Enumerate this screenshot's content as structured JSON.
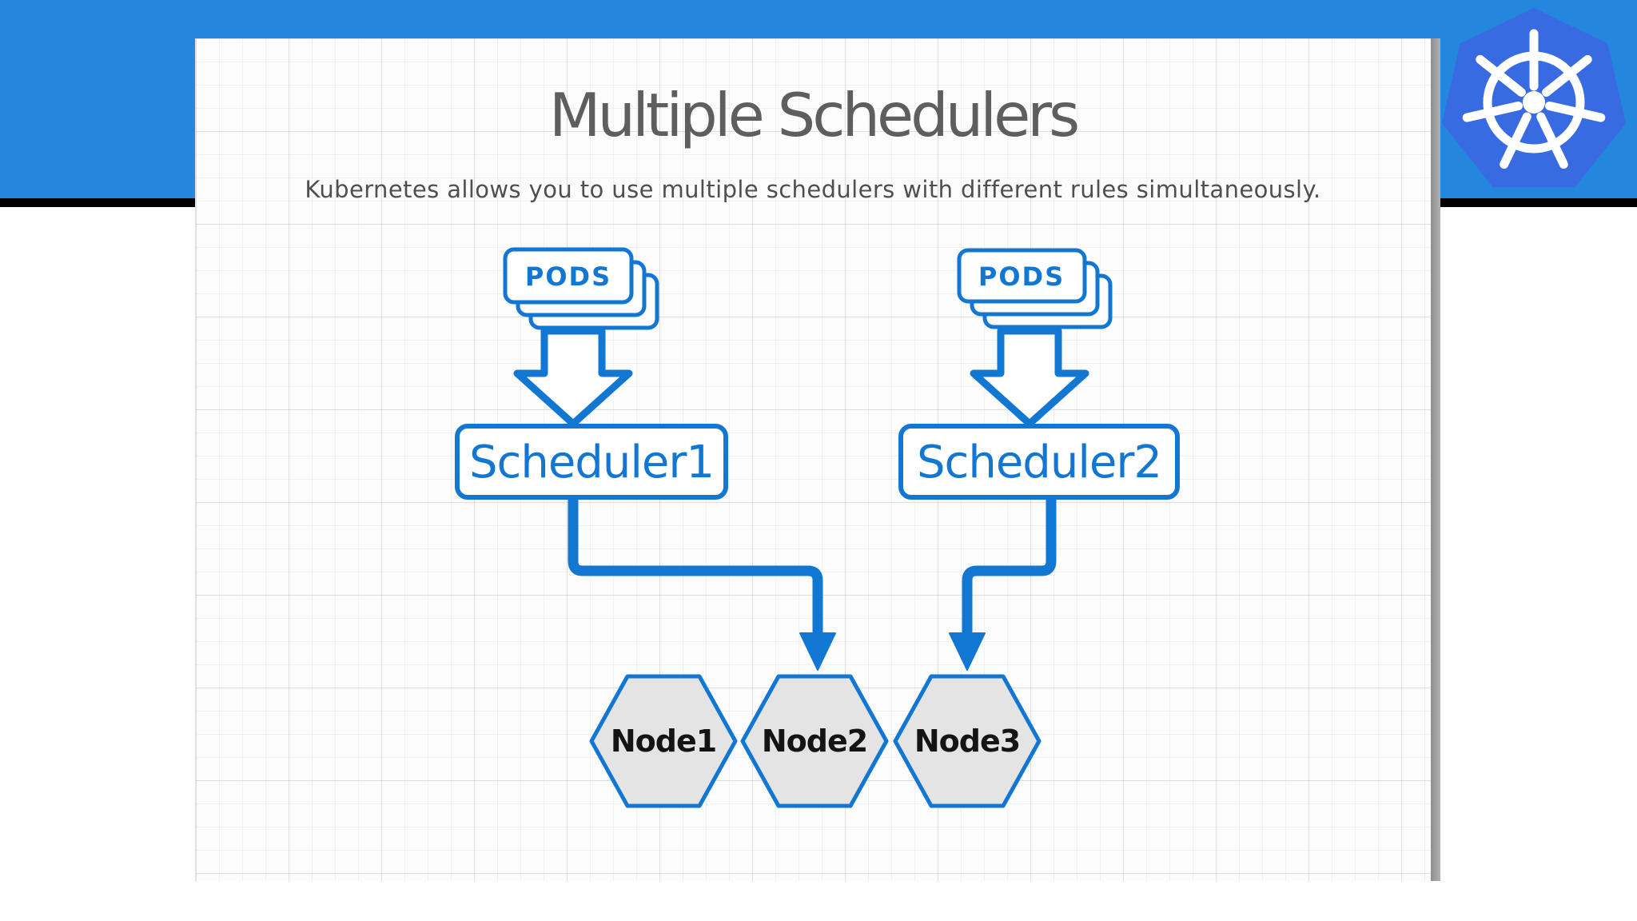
{
  "header": {
    "bar_color": "#2486dd",
    "underline_color": "#000000",
    "kubernetes_logo": {
      "icon": "kubernetes-helm-wheel",
      "heptagon_color": "#386be2",
      "wheel_color": "#ffffff"
    }
  },
  "canvas": {
    "title": "Multiple Schedulers",
    "subtitle": "Kubernetes allows you to use multiple schedulers with different rules simultaneously.",
    "title_color": "#5e5e5e",
    "subtitle_color": "#4f4f4f",
    "accent_color": "#1177d2"
  },
  "diagram": {
    "left_flow": {
      "pods_label": "PODS",
      "scheduler_label": "Scheduler1"
    },
    "right_flow": {
      "pods_label": "PODS",
      "scheduler_label": "Scheduler2"
    },
    "nodes": [
      {
        "label": "Node1"
      },
      {
        "label": "Node2"
      },
      {
        "label": "Node3"
      }
    ],
    "node_fill": "#e4e4e4"
  }
}
